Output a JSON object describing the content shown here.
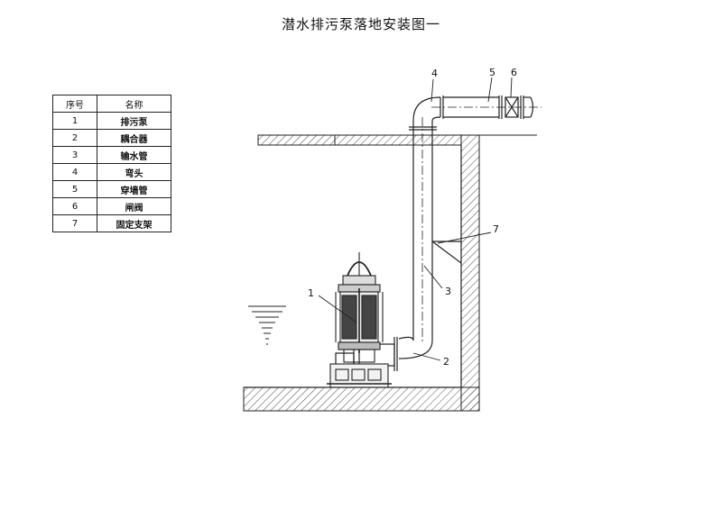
{
  "title": "潜水排污泵落地安装图一",
  "table": {
    "headers": [
      "序号",
      "名称"
    ],
    "rows": [
      {
        "no": "1",
        "name": "排污泵"
      },
      {
        "no": "2",
        "name": "耦合器"
      },
      {
        "no": "3",
        "name": "输水管"
      },
      {
        "no": "4",
        "name": "弯头"
      },
      {
        "no": "5",
        "name": "穿墙管"
      },
      {
        "no": "6",
        "name": "闸阀"
      },
      {
        "no": "7",
        "name": "固定支架"
      }
    ]
  },
  "callouts": [
    "1",
    "2",
    "3",
    "4",
    "5",
    "6",
    "7"
  ],
  "colors": {
    "line": "#222222",
    "background": "#ffffff"
  }
}
